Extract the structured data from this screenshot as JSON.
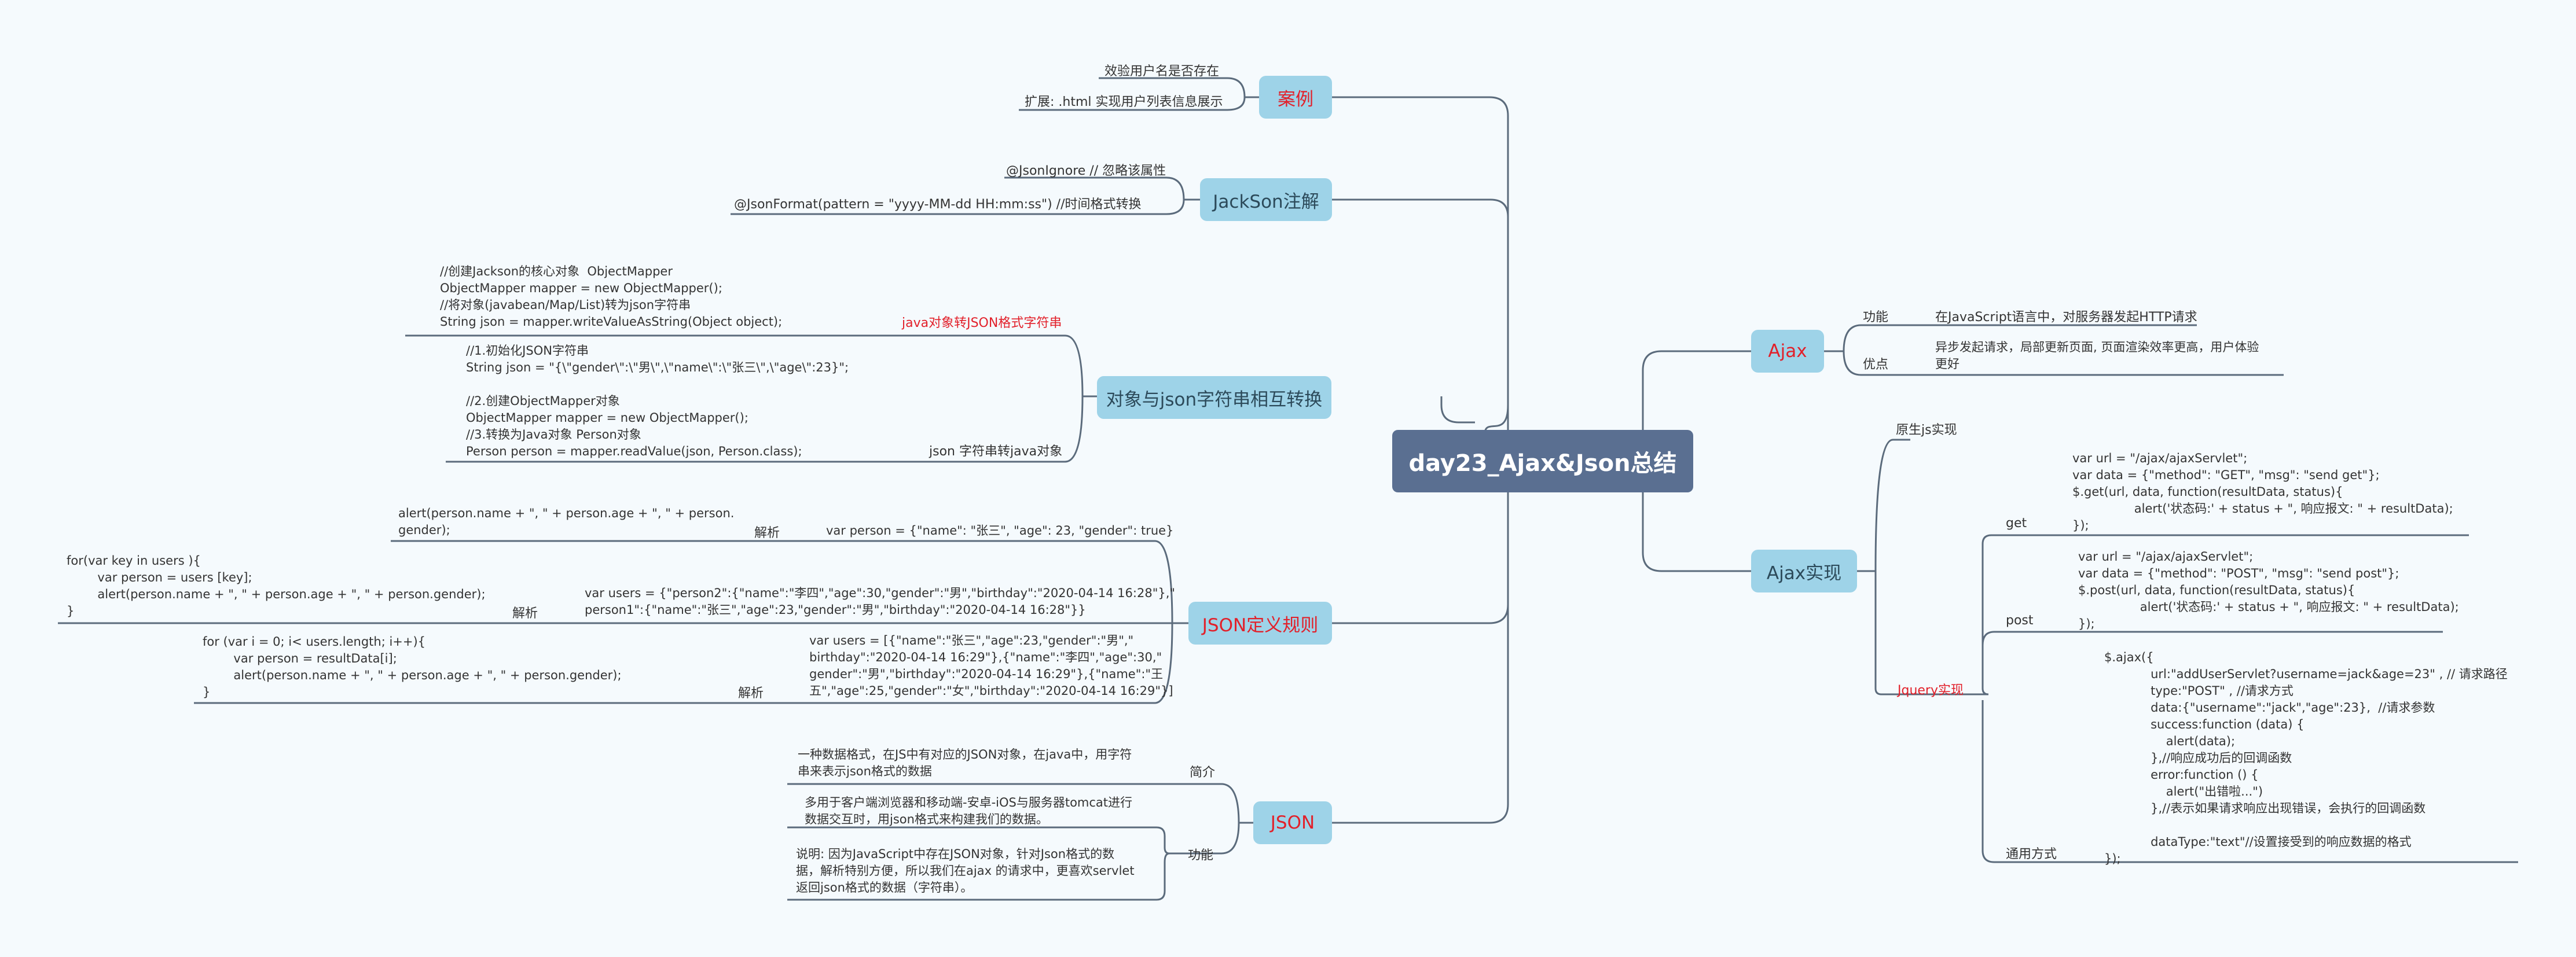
{
  "root": "day23_Ajax&Json总结",
  "left": {
    "case": {
      "title": "案例",
      "items": [
        "效验用户名是否存在",
        "扩展: .html 实现用户列表信息展示"
      ]
    },
    "jackson": {
      "title": "JackSon注解",
      "items": [
        "@JsonIgnore // 忽略该属性",
        "@JsonFormat(pattern = \"yyyy-MM-dd HH:mm:ss\")  //时间格式转换"
      ]
    },
    "convert": {
      "title": "对象与json字符串相互转换",
      "to_json_label": "java对象转JSON格式字符串",
      "to_json_code": "//创建Jackson的核心对象  ObjectMapper\nObjectMapper mapper = new ObjectMapper();\n//将对象(javabean/Map/List)转为json字符串\nString json = mapper.writeValueAsString(Object object);",
      "to_java_label": "json 字符串转java对象",
      "to_java_code": "//1.初始化JSON字符串\nString json = \"{\\\"gender\\\":\\\"男\\\",\\\"name\\\":\\\"张三\\\",\\\"age\\\":23}\";\n\n//2.创建ObjectMapper对象\nObjectMapper mapper = new ObjectMapper();\n//3.转换为Java对象 Person对象\nPerson person = mapper.readValue(json, Person.class);"
    },
    "rules": {
      "title": "JSON定义规则",
      "r1_value": "var person = {\"name\": \"张三\", \"age\": 23, \"gender\": true}",
      "r1_label": "解析",
      "r1_code": "alert(person.name + \", \" + person.age + \", \" + person.\ngender);",
      "r2_value": "var users = {\"person2\":{\"name\":\"李四\",\"age\":30,\"gender\":\"男\",\"birthday\":\"2020-04-14 16:28\"},\"\nperson1\":{\"name\":\"张三\",\"age\":23,\"gender\":\"男\",\"birthday\":\"2020-04-14 16:28\"}}",
      "r2_label": "解析",
      "r2_code": "for(var key in users ){\n        var person = users [key];\n        alert(person.name + \", \" + person.age + \", \" + person.gender);\n}",
      "r3_value": "var users = [{\"name\":\"张三\",\"age\":23,\"gender\":\"男\",\"\nbirthday\":\"2020-04-14 16:29\"},{\"name\":\"李四\",\"age\":30,\"\ngender\":\"男\",\"birthday\":\"2020-04-14 16:29\"},{\"name\":\"王\n五\",\"age\":25,\"gender\":\"女\",\"birthday\":\"2020-04-14 16:29\"}]",
      "r3_label": "解析",
      "r3_code": "for (var i = 0; i< users.length; i++){\n        var person = resultData[i];\n        alert(person.name + \", \" + person.age + \", \" + person.gender);\n}"
    },
    "json": {
      "title": "JSON",
      "intro_label": "简介",
      "intro_text": "一种数据格式，在JS中有对应的JSON对象，在java中，用字符\n串来表示json格式的数据",
      "func_label": "功能",
      "func_text1": "多用于客户端浏览器和移动端-安卓-iOS与服务器tomcat进行\n数据交互时，用json格式来构建我们的数据。",
      "func_text2": "说明: 因为JavaScript中存在JSON对象，针对Json格式的数\n据，解析特别方便，所以我们在ajax 的请求中，更喜欢servlet\n返回json格式的数据（字符串）。"
    }
  },
  "right": {
    "ajax": {
      "title": "Ajax",
      "func_label": "功能",
      "func_text": "在JavaScript语言中，对服务器发起HTTP请求",
      "adv_label": "优点",
      "adv_text": "异步发起请求，局部更新页面, 页面渲染效率更高，用户体验\n更好"
    },
    "impl": {
      "title": "Ajax实现",
      "native_label": "原生js实现",
      "jquery_label": "Jquery实现",
      "get_label": "get",
      "get_code": "var url = \"/ajax/ajaxServlet\";\nvar data = {\"method\": \"GET\", \"msg\": \"send get\"};\n$.get(url, data, function(resultData, status){\n                alert('状态码:' + status + \", 响应报文: \" + resultData);\n});",
      "post_label": "post",
      "post_code": "var url = \"/ajax/ajaxServlet\";\nvar data = {\"method\": \"POST\", \"msg\": \"send post\"};\n$.post(url, data, function(resultData, status){\n                alert('状态码:' + status + \", 响应报文: \" + resultData);\n});",
      "general_label": "通用方式",
      "general_code": "$.ajax({\n            url:\"addUserServlet?username=jack&age=23\" , // 请求路径\n            type:\"POST\" , //请求方式\n            data:{\"username\":\"jack\",\"age\":23},  //请求参数\n            success:function (data) {\n                alert(data);\n            },//响应成功后的回调函数\n            error:function () {\n                alert(\"出错啦...\")\n            },//表示如果请求响应出现错误，会执行的回调函数\n\n            dataType:\"text\"//设置接受到的响应数据的格式\n});"
    }
  },
  "colors": {
    "root_bg": "#5a6f91",
    "node_bg": "#9ed3e8",
    "line": "#5b6b7c",
    "accent_red": "#e2202a"
  }
}
